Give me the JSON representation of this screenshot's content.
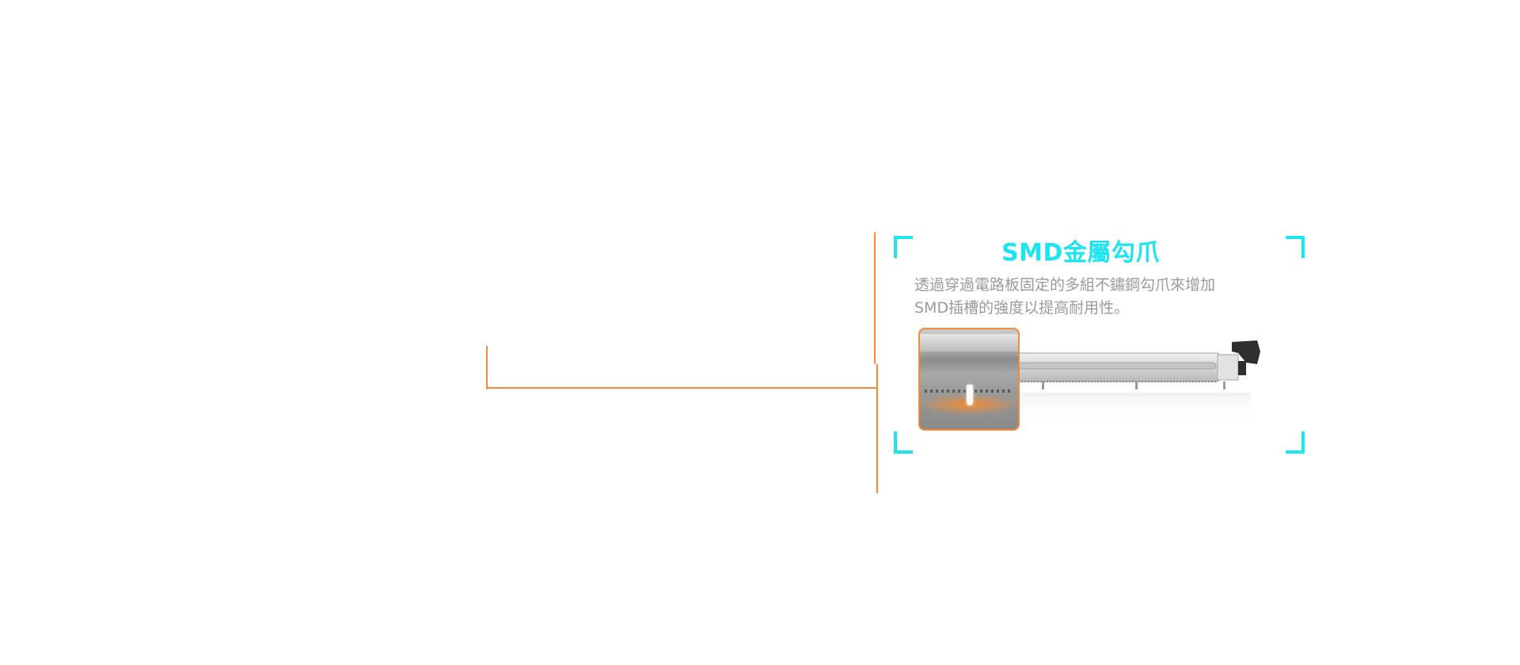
{
  "feature": {
    "title": "SMD金屬勾爪",
    "description_line_1": "透過穿過電路板固定的多組不鏽鋼勾爪來增加",
    "description_line_2": "SMD插槽的強度以提高耐用性。"
  },
  "illustration": {
    "subject": "pcie-slot-with-metal-hook",
    "inset_subject": "hook-close-up"
  },
  "colors": {
    "accent_cyan": "#1de5f0",
    "connector_orange": "#f28a3a",
    "description_gray": "#9a9a9a"
  }
}
